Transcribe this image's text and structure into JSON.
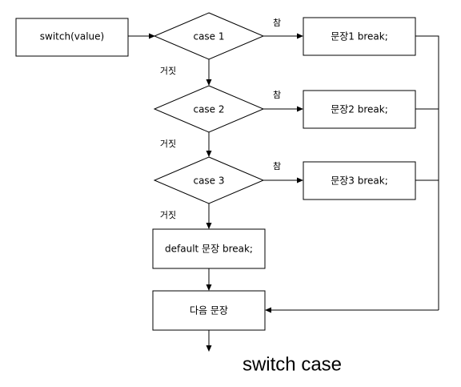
{
  "nodes": {
    "switch": "switch(value)",
    "case1": "case 1",
    "case2": "case 2",
    "case3": "case 3",
    "stmt1": "문장1 break;",
    "stmt2": "문장2 break;",
    "stmt3": "문장3 break;",
    "default": "default 문장 break;",
    "next": "다음 문장"
  },
  "branch_labels": {
    "true1": "참",
    "true2": "참",
    "true3": "참",
    "false1": "거짓",
    "false2": "거짓",
    "false3": "거짓"
  },
  "caption": "switch case"
}
